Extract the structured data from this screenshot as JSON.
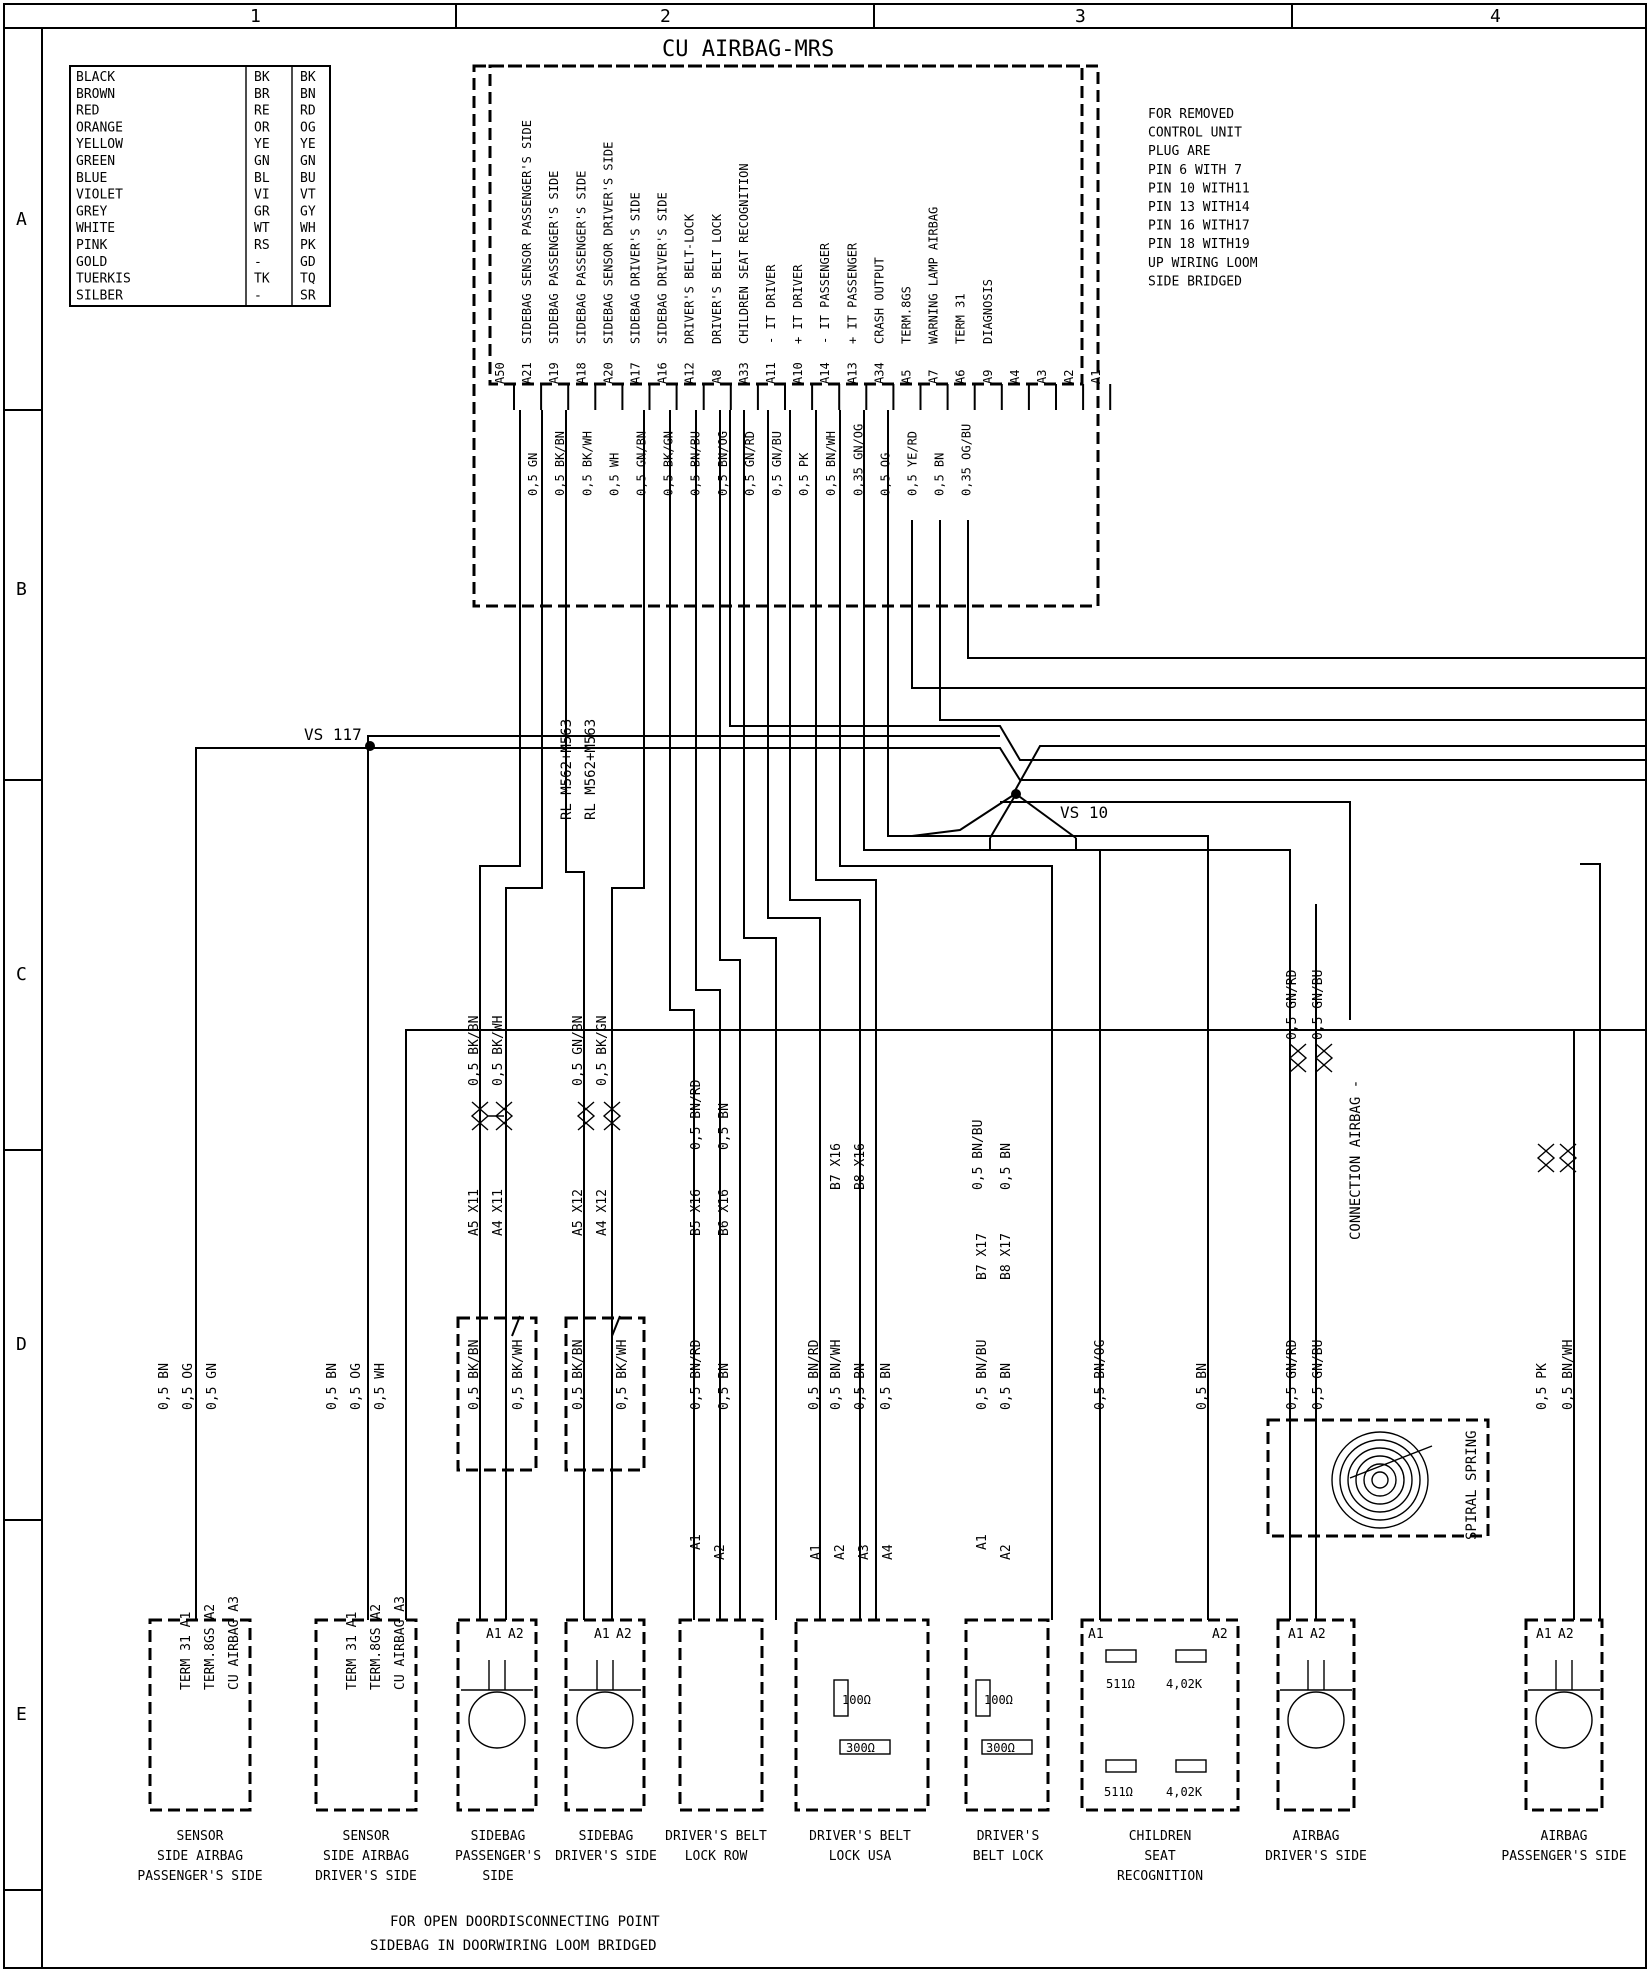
{
  "columns": [
    "1",
    "2",
    "3",
    "4"
  ],
  "rows": [
    "A",
    "B",
    "C",
    "D",
    "E"
  ],
  "title": "CU AIRBAG-MRS",
  "color_table": [
    [
      "BLACK",
      "BK",
      "BK"
    ],
    [
      "BROWN",
      "BR",
      "BN"
    ],
    [
      "RED",
      "RE",
      "RD"
    ],
    [
      "ORANGE",
      "OR",
      "OG"
    ],
    [
      "YELLOW",
      "YE",
      "YE"
    ],
    [
      "GREEN",
      "GN",
      "GN"
    ],
    [
      "BLUE",
      "BL",
      "BU"
    ],
    [
      "VIOLET",
      "VI",
      "VT"
    ],
    [
      "GREY",
      "GR",
      "GY"
    ],
    [
      "WHITE",
      "WT",
      "WH"
    ],
    [
      "PINK",
      "RS",
      "PK"
    ],
    [
      "GOLD",
      "-",
      "GD"
    ],
    [
      "TUERKIS",
      "TK",
      "TQ"
    ],
    [
      "SILBER",
      "-",
      "SR"
    ]
  ],
  "note": [
    "FOR REMOVED",
    "CONTROL UNIT",
    "PLUG ARE",
    "PIN  6 WITH 7",
    "PIN 10 WITH11",
    "PIN 13 WITH14",
    "PIN 16 WITH17",
    "PIN 18 WITH19",
    "UP  WIRING LOOM",
    "SIDE BRIDGED"
  ],
  "pins": [
    {
      "pin": "A50",
      "label": "",
      "wire": ""
    },
    {
      "pin": "A21",
      "label": "SIDEBAG SENSOR PASSENGER'S SIDE",
      "wire": "0,5 GN"
    },
    {
      "pin": "A19",
      "label": "SIDEBAG PASSENGER'S SIDE",
      "wire": "0,5 BK/BN"
    },
    {
      "pin": "A18",
      "label": "SIDEBAG PASSENGER'S SIDE",
      "wire": "0,5 BK/WH"
    },
    {
      "pin": "A20",
      "label": "SIDEBAG SENSOR DRIVER'S SIDE",
      "wire": "0,5 WH"
    },
    {
      "pin": "A17",
      "label": "SIDEBAG DRIVER'S SIDE",
      "wire": "0,5 GN/BN"
    },
    {
      "pin": "A16",
      "label": "SIDEBAG DRIVER'S SIDE",
      "wire": "0,5 BK/GN"
    },
    {
      "pin": "A12",
      "label": "DRIVER'S BELT-LOCK",
      "wire": "0,5 BN/BU"
    },
    {
      "pin": "A8",
      "label": "DRIVER'S BELT LOCK",
      "wire": "0,5 BN/OG"
    },
    {
      "pin": "A33",
      "label": "CHILDREN SEAT RECOGNITION",
      "wire": "0,5 GN/RD"
    },
    {
      "pin": "A11",
      "label": "- IT DRIVER",
      "wire": "0,5 GN/BU"
    },
    {
      "pin": "A10",
      "label": "+ IT DRIVER",
      "wire": "0,5 PK"
    },
    {
      "pin": "A14",
      "label": "- IT PASSENGER",
      "wire": "0,5 BN/WH"
    },
    {
      "pin": "A13",
      "label": "+ IT PASSENGER",
      "wire": "0,35 GN/OG"
    },
    {
      "pin": "A34",
      "label": "CRASH OUTPUT",
      "wire": "0,5 OG"
    },
    {
      "pin": "A5",
      "label": "TERM.8GS",
      "wire": "0,5 YE/RD"
    },
    {
      "pin": "A7",
      "label": "WARNING LAMP AIRBAG",
      "wire": "0,5 BN"
    },
    {
      "pin": "A6",
      "label": "TERM 31",
      "wire": "0,35 OG/BU"
    },
    {
      "pin": "A9",
      "label": "DIAGNOSIS",
      "wire": ""
    },
    {
      "pin": "A4",
      "label": "",
      "wire": ""
    },
    {
      "pin": "A3",
      "label": "",
      "wire": ""
    },
    {
      "pin": "A2",
      "label": "",
      "wire": ""
    },
    {
      "pin": "A1",
      "label": "",
      "wire": ""
    }
  ],
  "labels": {
    "vs117": "VS 117",
    "vs10": "VS 10",
    "rl1": "RL M562+M563",
    "rl2": "RL M562+M563",
    "connection_airbag": "CONNECTION AIRBAG  -",
    "spiral_spring": "SPIRAL SPRING",
    "footer1": "FOR OPEN DOORDISCONNECTING POINT",
    "footer2": "SIDEBAG IN DOORWIRING LOOM  BRIDGED"
  },
  "connectors": [
    "A5 X11",
    "A4 X11",
    "A5 X12",
    "A4 X12",
    "B5 X16",
    "B6 X16",
    "B7 X16",
    "B8 X16",
    "B7 X17",
    "B8 X17"
  ],
  "upper_wires": [
    "0,5 BK/BN",
    "0,5 BK/WH",
    "0,5 GN/BN",
    "0,5 BK/GN",
    "0,5 BN/RD",
    "0,5 BN",
    "0,5 BN/BU",
    "0,5 BN",
    "0,5 GN/RD",
    "0,5 GN/BU"
  ],
  "lower_wires": [
    "0,5 BN",
    "0,5 OG",
    "0,5 GN",
    "0,5 BN",
    "0,5 OG",
    "0,5 WH",
    "0,5 BK/BN",
    "0,5 BK/WH",
    "0,5 BK/BN",
    "0,5 BK/WH",
    "0,5 BN/RD",
    "0,5 BN",
    "0,5 BN/RD",
    "0,5 BN/WH",
    "0,5 BN",
    "0,5 BN",
    "0,5 BN/BU",
    "0,5 BN",
    "0,5 BN/OG",
    "0,5 BN",
    "0,5 GN/RD",
    "0,5 GN/BU",
    "0,5 PK",
    "0,5 BN/WH"
  ],
  "component_pins": {
    "sensor_passenger": [
      "TERM 31 A1",
      "TERM.8GS A2",
      "CU AIRBAG A3"
    ],
    "sensor_driver": [
      "TERM 31 A1",
      "TERM.8GS A2",
      "CU AIRBAG A3"
    ],
    "a1": "A1",
    "a2": "A2",
    "a3": "A3",
    "a4": "A4",
    "r1": "511Ω",
    "r2": "4,02K",
    "r3": "511Ω",
    "r4": "4,02K",
    "r5": "100Ω",
    "r6": "300Ω",
    "r7": "100Ω",
    "r8": "300Ω"
  },
  "components": [
    {
      "id": "sensor_pass",
      "lines": [
        "SENSOR",
        "SIDE AIRBAG",
        "PASSENGER'S SIDE"
      ]
    },
    {
      "id": "sensor_drv",
      "lines": [
        "SENSOR",
        "SIDE AIRBAG",
        "DRIVER'S SIDE"
      ]
    },
    {
      "id": "sidebag_pass",
      "lines": [
        "SIDEBAG",
        "PASSENGER'S",
        "SIDE"
      ]
    },
    {
      "id": "sidebag_drv",
      "lines": [
        "SIDEBAG",
        "DRIVER'S SIDE"
      ]
    },
    {
      "id": "belt_row",
      "lines": [
        "DRIVER'S BELT",
        "LOCK ROW"
      ]
    },
    {
      "id": "belt_usa",
      "lines": [
        "DRIVER'S BELT",
        "LOCK USA"
      ]
    },
    {
      "id": "belt_lock",
      "lines": [
        "DRIVER'S",
        "BELT LOCK"
      ]
    },
    {
      "id": "child_seat",
      "lines": [
        "CHILDREN",
        "SEAT",
        "RECOGNITION"
      ]
    },
    {
      "id": "airbag_drv",
      "lines": [
        "AIRBAG",
        "DRIVER'S SIDE"
      ]
    },
    {
      "id": "airbag_pass",
      "lines": [
        "AIRBAG",
        "PASSENGER'S SIDE"
      ]
    }
  ]
}
